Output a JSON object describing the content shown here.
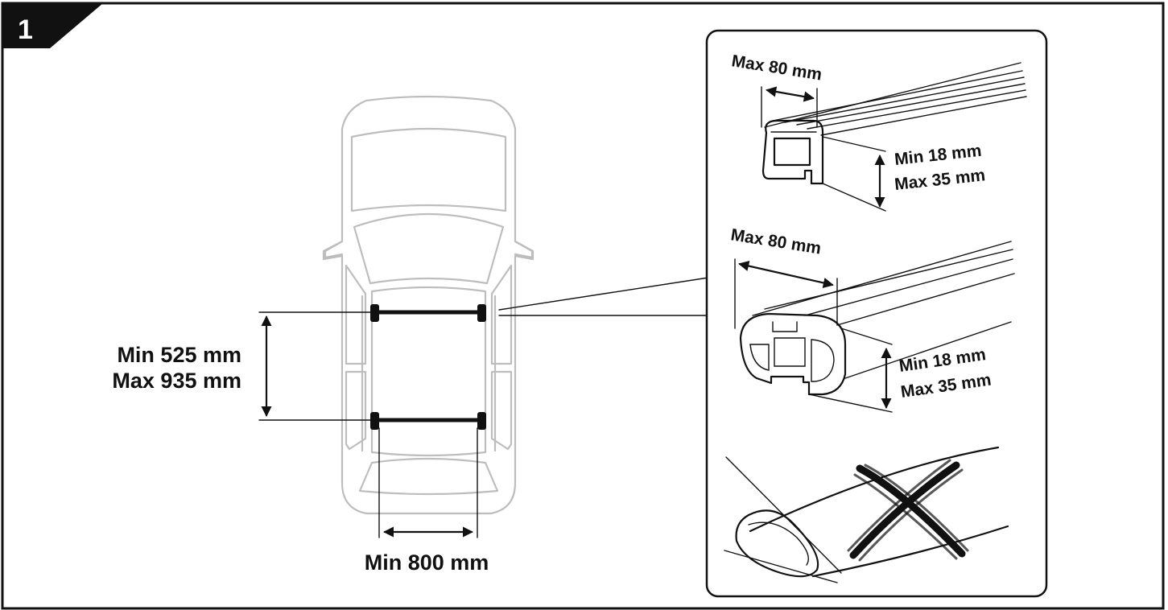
{
  "step": {
    "number": "1"
  },
  "car_view": {
    "spacing_min": "Min 525 mm",
    "spacing_max": "Max 935 mm",
    "width_min": "Min 800 mm"
  },
  "inset": {
    "profile_square": {
      "width_max": "Max 80 mm",
      "slot_min": "Min 18 mm",
      "slot_max": "Max 35 mm"
    },
    "profile_aero": {
      "width_max": "Max 80 mm",
      "slot_min": "Min 18 mm",
      "slot_max": "Max 35 mm"
    },
    "profile_oval": {
      "status": "not-compatible",
      "mark_icon": "cross-icon"
    }
  },
  "colors": {
    "ink": "#111111",
    "car_outline": "#bdbdbd",
    "background": "#ffffff"
  }
}
